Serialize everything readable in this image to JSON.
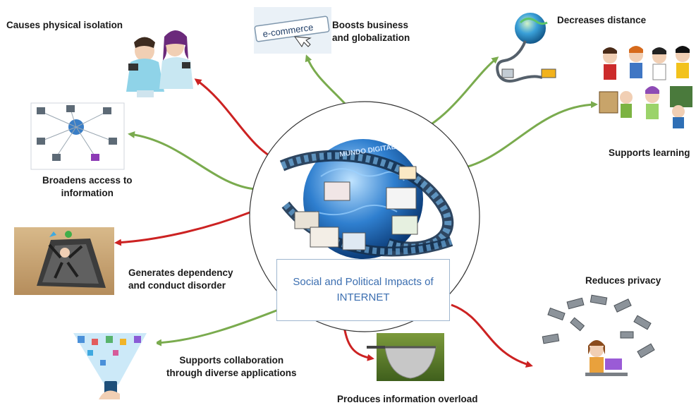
{
  "center": {
    "line1": "Social and Political Impacts of",
    "line2": "INTERNET",
    "globe_banner_text": "MUNDO DIGITAL"
  },
  "illustrations": {
    "ecommerce_sign_text": "e-commerce"
  },
  "impacts": [
    {
      "id": "isolation",
      "lines": [
        "Causes physical isolation"
      ],
      "type": "negative"
    },
    {
      "id": "business",
      "lines": [
        "Boosts business",
        "and globalization"
      ],
      "type": "positive"
    },
    {
      "id": "distance",
      "lines": [
        "Decreases distance"
      ],
      "type": "positive"
    },
    {
      "id": "learning",
      "lines": [
        "Supports learning"
      ],
      "type": "positive"
    },
    {
      "id": "access",
      "lines": [
        "Broadens access to",
        "information"
      ],
      "type": "positive"
    },
    {
      "id": "dependency",
      "lines": [
        "Generates dependency",
        "and conduct disorder"
      ],
      "type": "negative"
    },
    {
      "id": "privacy",
      "lines": [
        "Reduces privacy"
      ],
      "type": "negative"
    },
    {
      "id": "collaboration",
      "lines": [
        "Supports collaboration",
        "through diverse applications"
      ],
      "type": "positive"
    },
    {
      "id": "overload",
      "lines": [
        "Produces information overload"
      ],
      "type": "negative"
    }
  ],
  "colors": {
    "positive_arrow": "#7aab4e",
    "negative_arrow": "#cc2222",
    "center_text": "#3b6eb0",
    "circle_stroke": "#333333"
  }
}
